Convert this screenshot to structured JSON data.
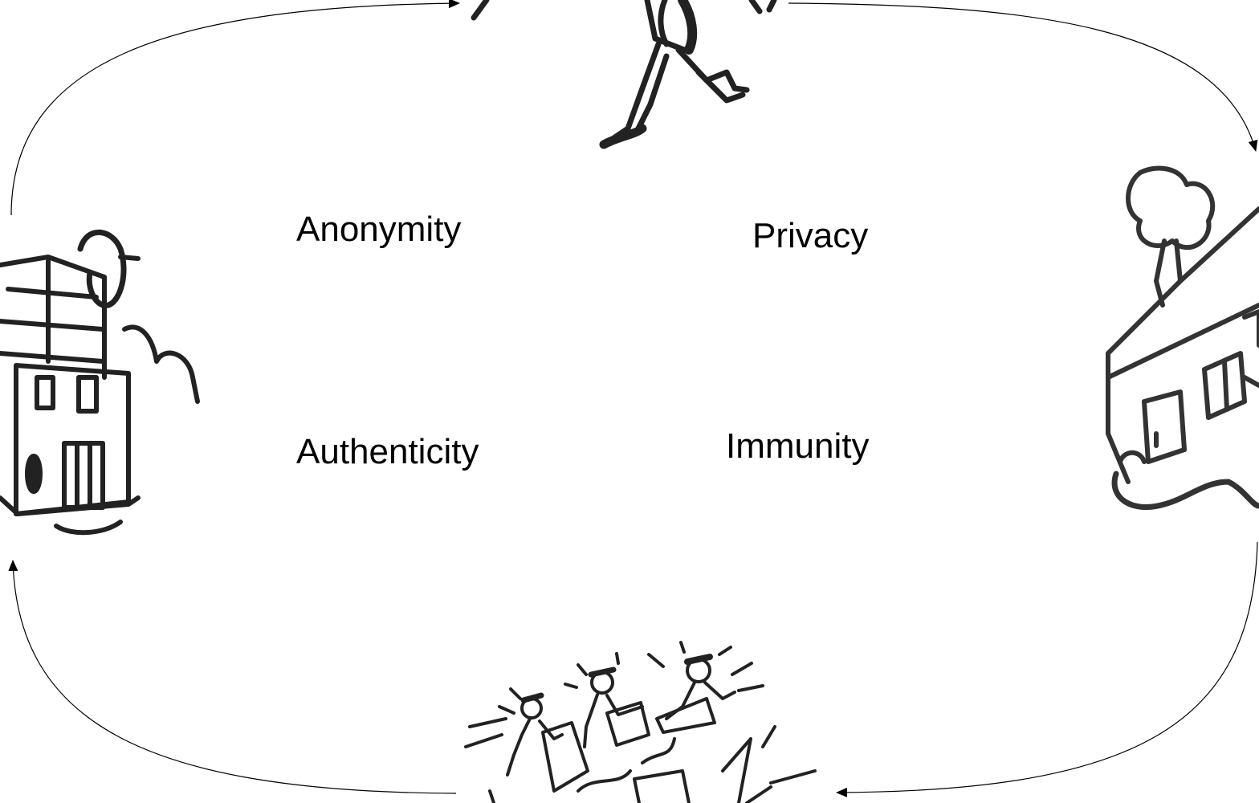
{
  "labels": {
    "anonymity": "Anonymity",
    "privacy": "Privacy",
    "authenticity": "Authenticity",
    "immunity": "Immunity"
  },
  "illustrations": [
    {
      "id": "left",
      "icon": "building-sketch-icon"
    },
    {
      "id": "top",
      "icon": "running-person-sketch-icon"
    },
    {
      "id": "right",
      "icon": "house-with-tree-sketch-icon"
    },
    {
      "id": "bottom",
      "icon": "people-carrying-boxes-sketch-icon"
    }
  ],
  "colors": {
    "stroke": "#000000",
    "pencil": "#222222",
    "background": "#ffffff"
  }
}
